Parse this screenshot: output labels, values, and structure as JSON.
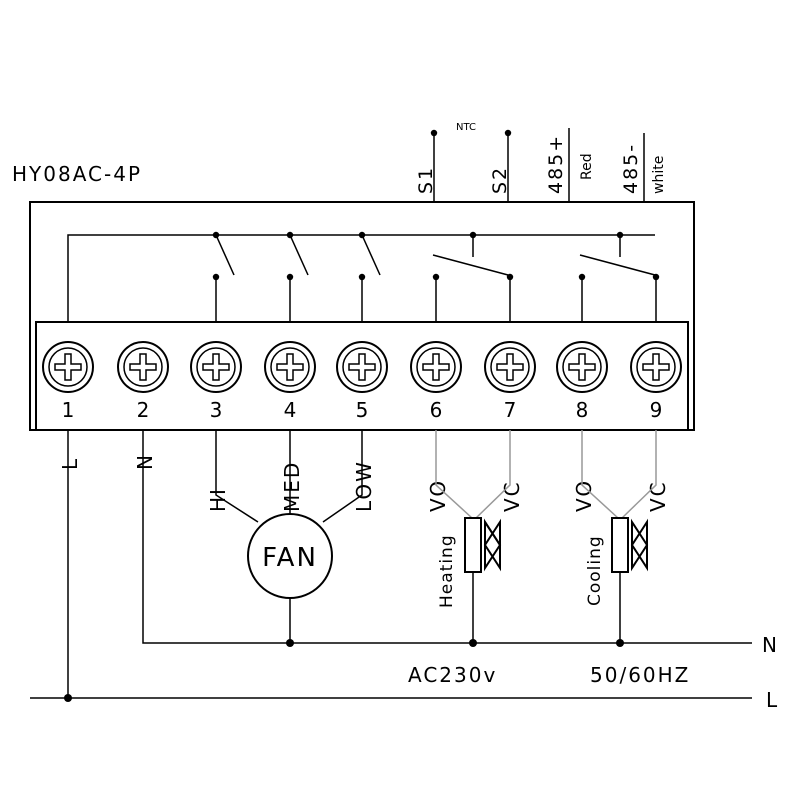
{
  "model": "HY08AC-4P",
  "sensor": {
    "s1": "S1",
    "s2": "S2",
    "ntc": "NTC",
    "rs485_plus": "485+",
    "rs485_minus": "485-",
    "red": "Red",
    "white": "white"
  },
  "terminals": [
    {
      "number": "1",
      "label": "L"
    },
    {
      "number": "2",
      "label": "N"
    },
    {
      "number": "3",
      "label": "HI"
    },
    {
      "number": "4",
      "label": "MED"
    },
    {
      "number": "5",
      "label": "LOW"
    },
    {
      "number": "6",
      "label": "VO"
    },
    {
      "number": "7",
      "label": "VC"
    },
    {
      "number": "8",
      "label": "VO"
    },
    {
      "number": "9",
      "label": "VC"
    }
  ],
  "fan": "FAN",
  "valves": {
    "heating": "Heating",
    "cooling": "Cooling"
  },
  "supply": {
    "n": "N",
    "l": "L",
    "voltage": "AC230v",
    "frequency": "50/60HZ"
  },
  "colors": {
    "line": "#000000",
    "valve_wire": "#999999"
  }
}
